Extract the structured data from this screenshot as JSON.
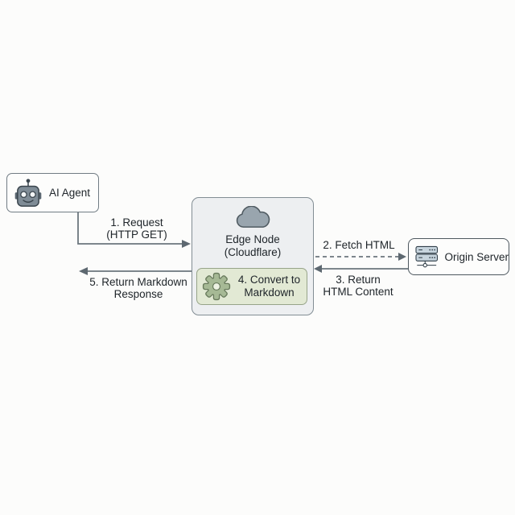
{
  "background": "#fcfcfb",
  "nodes": {
    "ai_agent": {
      "label": "AI Agent",
      "icon": "robot-icon"
    },
    "edge_node": {
      "title_line1": "Edge Node",
      "title_line2": "(Cloudflare)",
      "icon": "cloud-icon",
      "process": {
        "line1": "4. Convert to",
        "line2": "Markdown",
        "icon": "gear-icon"
      }
    },
    "origin_server": {
      "label": "Origin Server",
      "icon": "server-icon"
    }
  },
  "edges": {
    "request": {
      "line1": "1. Request",
      "line2": "(HTTP GET)",
      "direction": "ai_agent to edge_node",
      "style": "solid"
    },
    "fetch_html": {
      "line1": "2. Fetch HTML",
      "direction": "edge_node to origin_server",
      "style": "dashed"
    },
    "return_html": {
      "line1": "3. Return",
      "line2": "HTML Content",
      "direction": "origin_server to edge_node",
      "style": "solid"
    },
    "return_markdown": {
      "line1": "5. Return Markdown",
      "line2": "Response",
      "direction": "edge_node to ai_agent",
      "style": "solid"
    }
  },
  "colors": {
    "connector": "#6b767d",
    "arrowhead": "#5d6870",
    "edge_node_fill": "#edeff1",
    "process_fill": "#e2e9d4",
    "node_fill": "#fdfdfc",
    "text": "#20262b"
  }
}
